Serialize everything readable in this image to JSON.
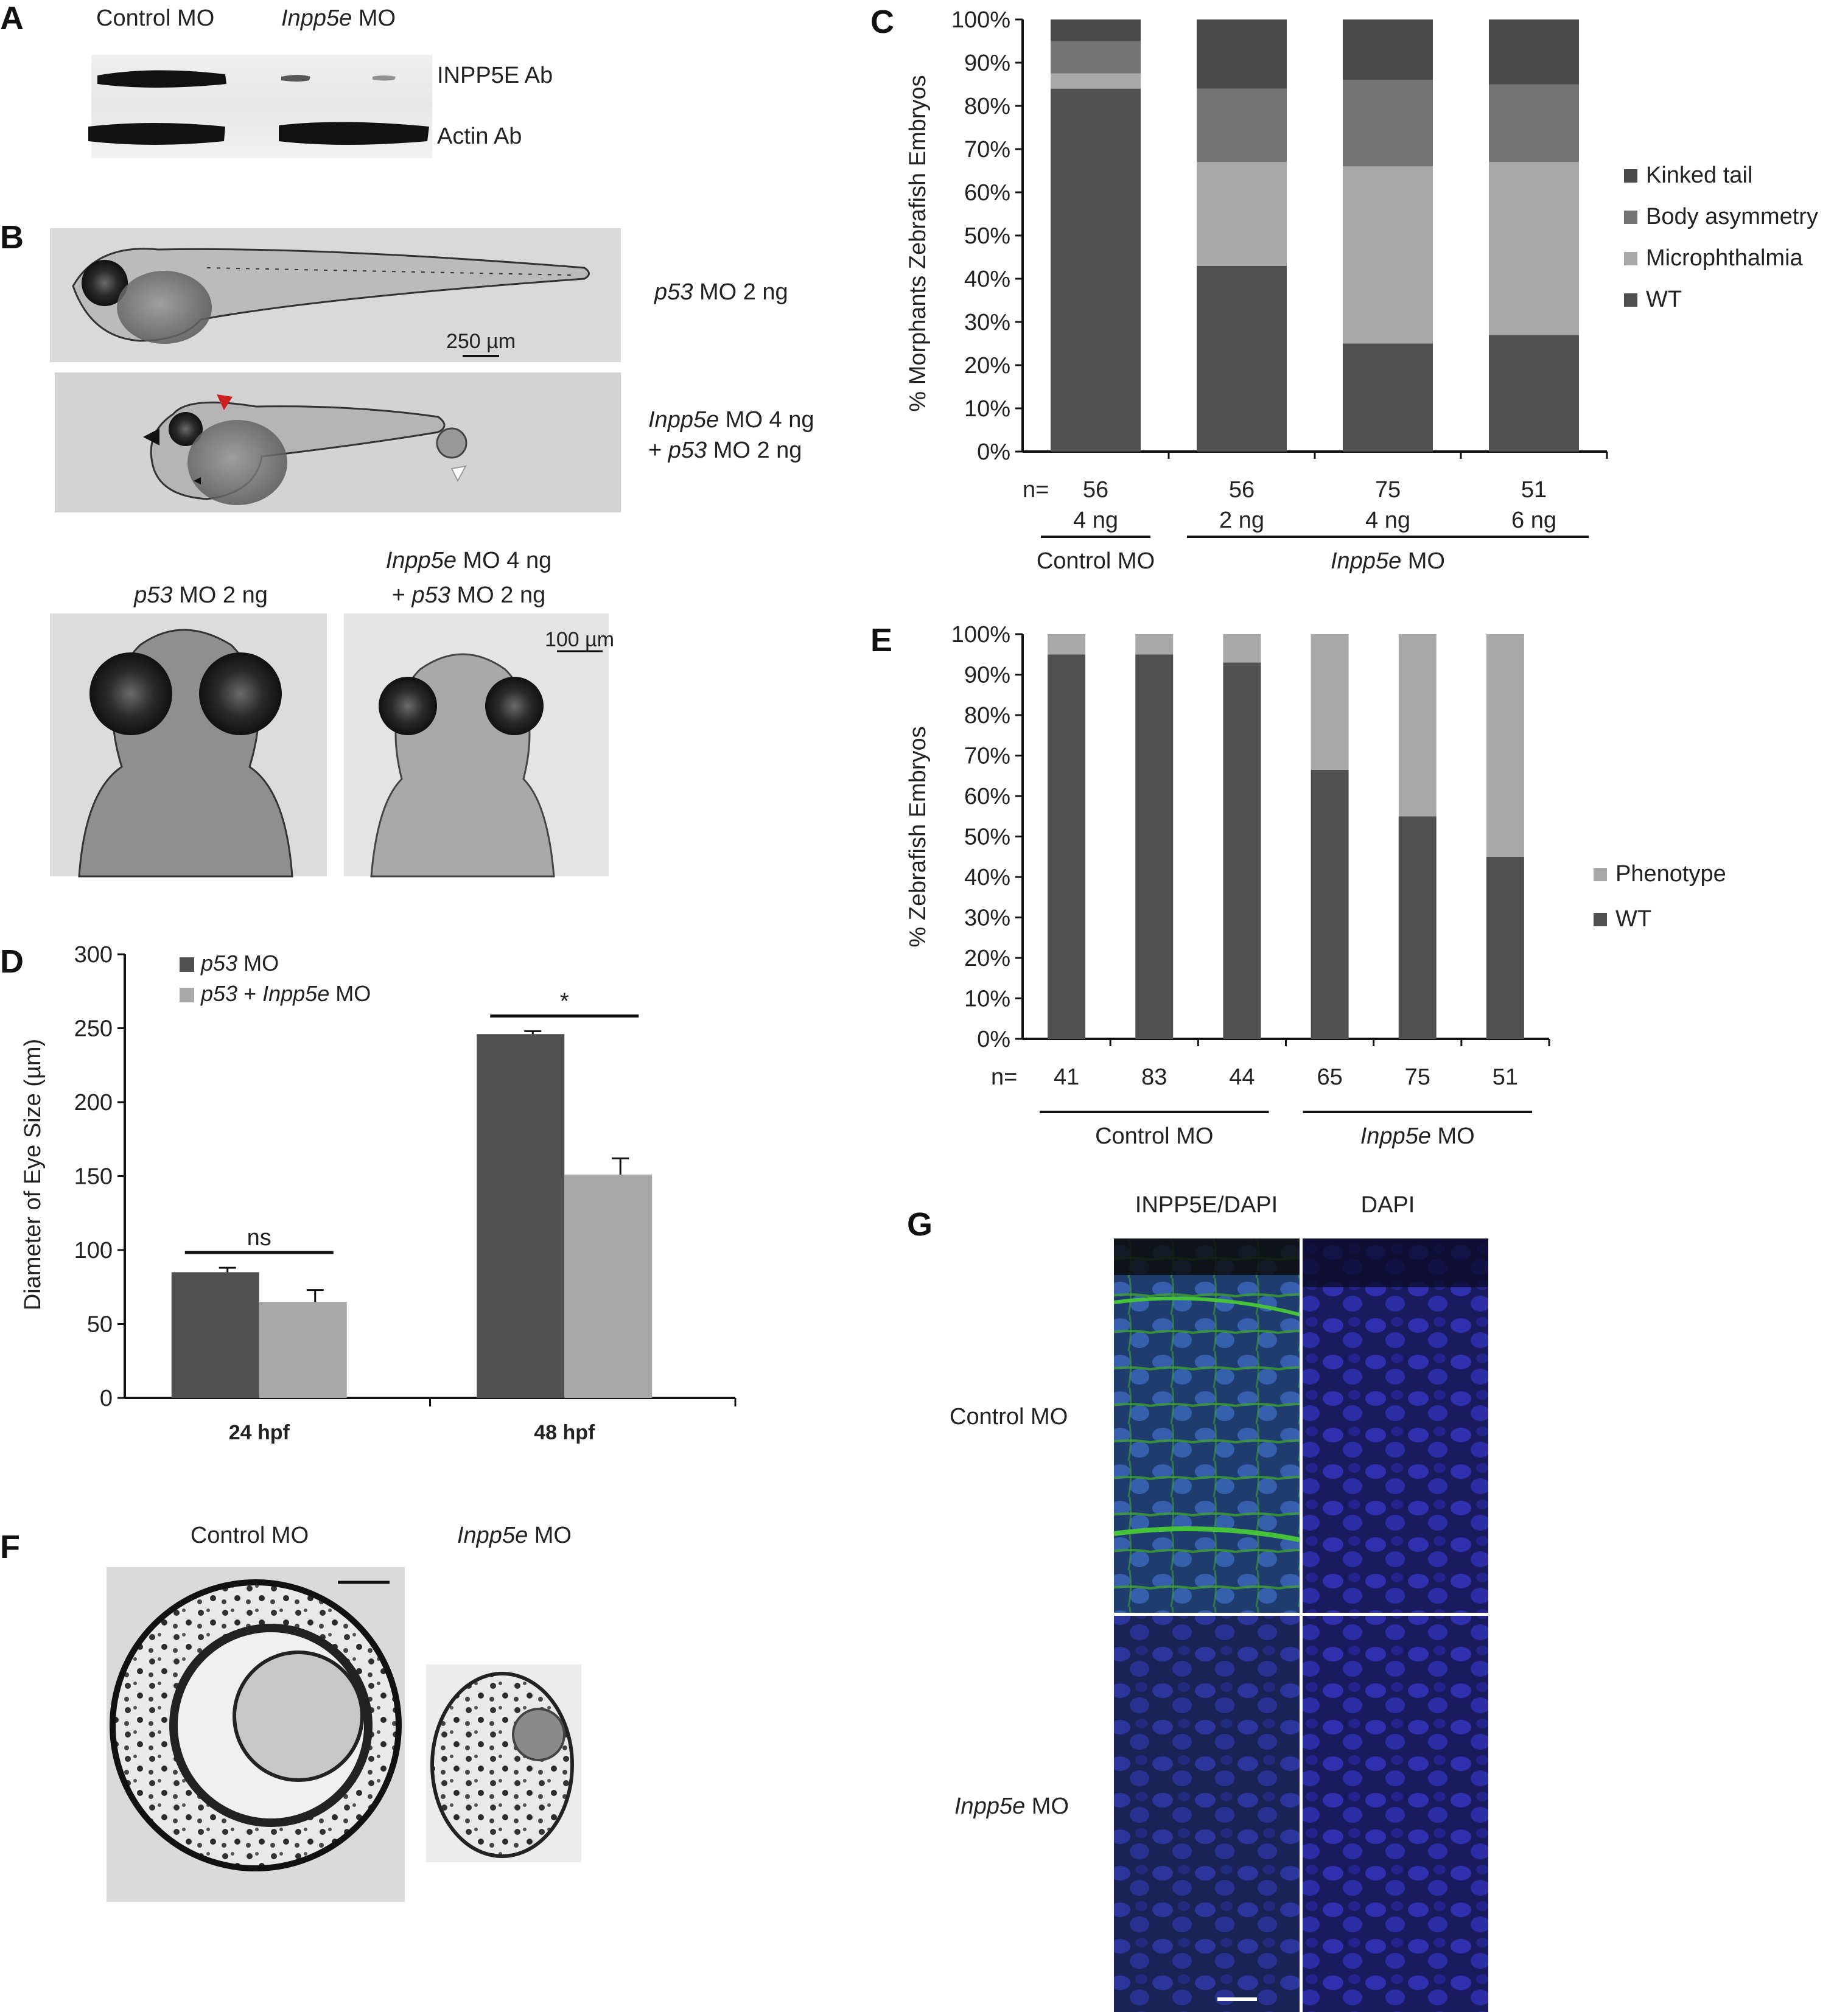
{
  "panels": {
    "A": {
      "label": "A",
      "lanes": [
        {
          "text": "Control  MO",
          "italic_prefix": ""
        },
        {
          "text": "MO",
          "italic_prefix": "Inpp5e"
        }
      ],
      "bands": [
        "INPP5E Ab",
        "Actin Ab"
      ]
    },
    "B": {
      "label": "B",
      "top_captions": [
        {
          "italic": "p53",
          "rest": " MO 2 ng"
        },
        {
          "italic": "Inpp5e",
          "rest": " MO 4 ng",
          "line2_plus": "+ ",
          "line2_italic": "p53",
          "line2_rest": " MO 2 ng"
        }
      ],
      "scale_top": "250 µm",
      "scale_bottom": "100 µm",
      "bottom_captions": [
        {
          "italic": "p53",
          "rest": " MO 2 ng"
        },
        {
          "italic": "Inpp5e",
          "rest": " MO 4 ng",
          "line2_plus": "+ ",
          "line2_italic": "p53",
          "line2_rest": " MO 2 ng"
        }
      ]
    },
    "F": {
      "label": "F",
      "captions": [
        {
          "italic": "",
          "rest": "Control MO"
        },
        {
          "italic": "Inpp5e",
          "rest": "  MO"
        }
      ]
    },
    "G": {
      "label": "G",
      "columns": [
        "INPP5E/DAPI",
        "DAPI"
      ],
      "rows": [
        {
          "italic": "",
          "rest": "Control MO"
        },
        {
          "italic": "Inpp5e",
          "rest": "  MO"
        }
      ]
    }
  },
  "chart_data": [
    {
      "id": "C",
      "panel_label": "C",
      "type": "bar",
      "stacked": true,
      "ylabel": "% Morphants Zebrafish Embryos",
      "ylim": [
        0,
        100
      ],
      "yticks": [
        "0%",
        "10%",
        "20%",
        "30%",
        "40%",
        "50%",
        "60%",
        "70%",
        "80%",
        "90%",
        "100%"
      ],
      "n_label": "n=",
      "categories": [
        {
          "n": "56",
          "dose": "4 ng"
        },
        {
          "n": "56",
          "dose": "2 ng"
        },
        {
          "n": "75",
          "dose": "4 ng"
        },
        {
          "n": "51",
          "dose": "6 ng"
        }
      ],
      "groups": [
        {
          "italic": "",
          "rest": "Control MO",
          "from": 0,
          "to": 0
        },
        {
          "italic": "Inpp5e",
          "rest": " MO",
          "from": 1,
          "to": 3
        }
      ],
      "series": [
        {
          "name": "WT",
          "color": "#505050",
          "values": [
            84,
            43,
            25,
            27
          ]
        },
        {
          "name": "Microphthalmia",
          "color": "#a8a8a8",
          "values": [
            3.5,
            24,
            41,
            40
          ]
        },
        {
          "name": "Body asymmetry",
          "color": "#737373",
          "values": [
            7.5,
            17,
            20,
            18
          ]
        },
        {
          "name": "Kinked tail",
          "color": "#4a4a4a",
          "values": [
            5,
            16,
            14,
            15
          ]
        }
      ],
      "legend_order": [
        "Kinked tail",
        "Body asymmetry",
        "Microphthalmia",
        "WT"
      ],
      "legend_position": "right"
    },
    {
      "id": "D",
      "panel_label": "D",
      "type": "bar",
      "ylabel": "Diameter of Eye Size (µm)",
      "ylim": [
        0,
        300
      ],
      "yticks": [
        "0",
        "50",
        "100",
        "150",
        "200",
        "250",
        "300"
      ],
      "categories": [
        "24 hpf",
        "48 hpf"
      ],
      "series": [
        {
          "name_italic": "p53",
          "name_rest": " MO",
          "name": "p53 MO",
          "color": "#505050",
          "values": [
            85,
            246
          ],
          "errors": [
            3,
            2
          ]
        },
        {
          "name_italic": "p53",
          "name_mid": " + ",
          "name_italic2": "Inpp5e",
          "name_rest": " MO",
          "name": "p53 + Inpp5e MO",
          "color": "#a8a8a8",
          "values": [
            65,
            151
          ],
          "errors": [
            8,
            11
          ]
        }
      ],
      "significance": [
        "ns",
        "*"
      ],
      "legend_position": "top-left"
    },
    {
      "id": "E",
      "panel_label": "E",
      "type": "bar",
      "stacked": true,
      "ylabel": "% Zebrafish Embryos",
      "ylim": [
        0,
        100
      ],
      "yticks": [
        "0%",
        "10%",
        "20%",
        "30%",
        "40%",
        "50%",
        "60%",
        "70%",
        "80%",
        "90%",
        "100%"
      ],
      "n_label": "n=",
      "categories": [
        "41",
        "83",
        "44",
        "65",
        "75",
        "51"
      ],
      "groups": [
        {
          "italic": "",
          "rest": "Control MO",
          "from": 0,
          "to": 2
        },
        {
          "italic": "Inpp5e",
          "rest": " MO",
          "from": 3,
          "to": 5
        }
      ],
      "series": [
        {
          "name": "WT",
          "color": "#505050",
          "values": [
            95,
            95,
            93,
            66.5,
            55,
            45
          ]
        },
        {
          "name": "Phenotype",
          "color": "#a8a8a8",
          "values": [
            5,
            5,
            7,
            33.5,
            45,
            55
          ]
        }
      ],
      "legend_order": [
        "Phenotype",
        "WT"
      ],
      "legend_position": "right"
    }
  ]
}
